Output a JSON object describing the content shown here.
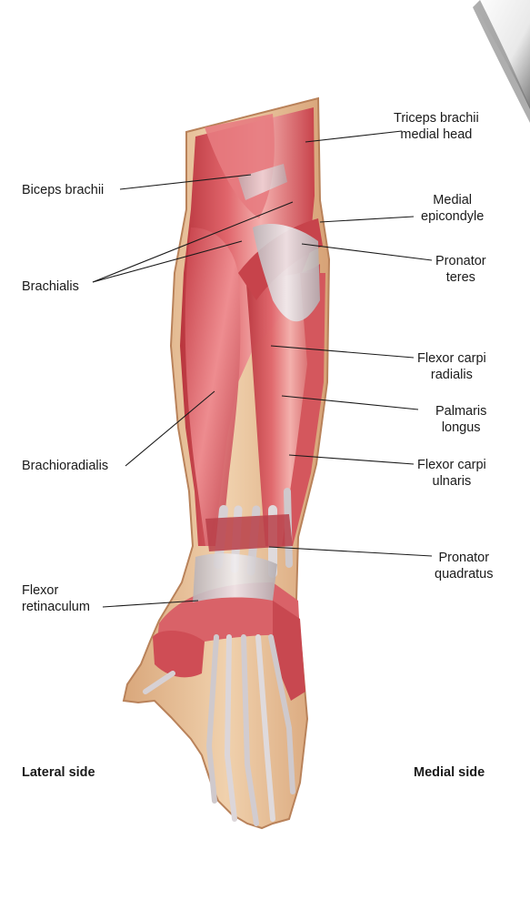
{
  "labels": {
    "triceps_brachii": {
      "line1": "Triceps brachii",
      "line2": "medial head"
    },
    "biceps_brachii": {
      "line1": "Biceps brachii"
    },
    "medial_epicondyle": {
      "line1": "Medial",
      "line2": "epicondyle"
    },
    "pronator_teres": {
      "line1": "Pronator",
      "line2": "teres"
    },
    "brachialis": {
      "line1": "Brachialis"
    },
    "flexor_carpi_radialis": {
      "line1": "Flexor carpi",
      "line2": "radialis"
    },
    "palmaris_longus": {
      "line1": "Palmaris",
      "line2": "longus"
    },
    "brachioradialis": {
      "line1": "Brachioradialis"
    },
    "flexor_carpi_ulnaris": {
      "line1": "Flexor carpi",
      "line2": "ulnaris"
    },
    "pronator_quadratus": {
      "line1": "Pronator",
      "line2": "quadratus"
    },
    "flexor_retinaculum": {
      "line1": "Flexor",
      "line2": "retinaculum"
    }
  },
  "sides": {
    "lateral": "Lateral side",
    "medial": "Medial side"
  },
  "colors": {
    "skin": "#e9c49c",
    "skin_edge": "#c98e63",
    "muscle": "#d9525a",
    "muscle_light": "#f2a3a3",
    "tendon": "#d9d4d6"
  }
}
